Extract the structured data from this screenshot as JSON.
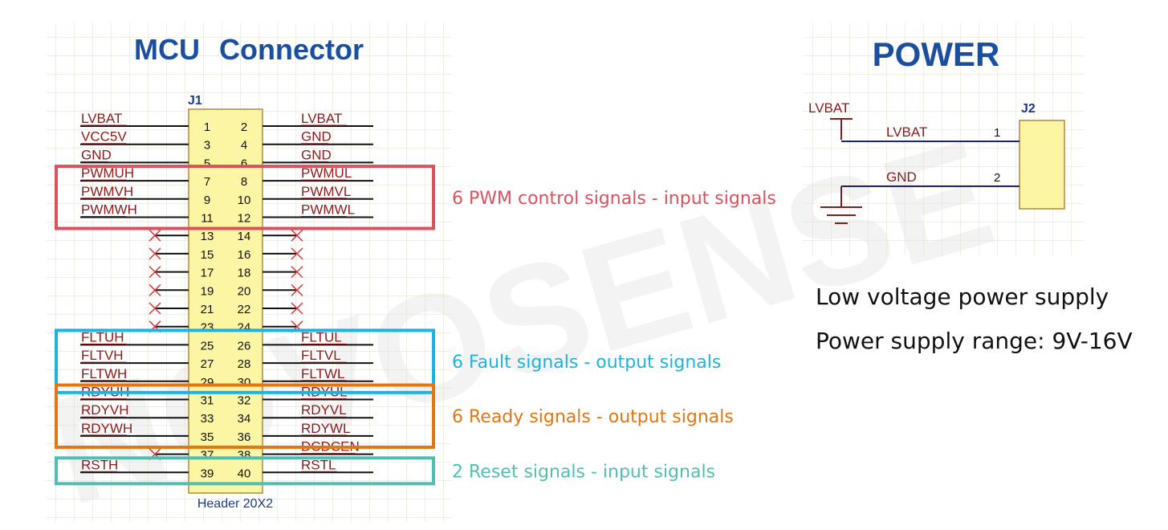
{
  "mcu": {
    "title": "MCU Connector",
    "ref": "J1",
    "part": "Header 20X2",
    "rows": [
      {
        "l": "LVBAT",
        "r": "LVBAT",
        "pl": "1",
        "pr": "2",
        "lc": true,
        "rc": true
      },
      {
        "l": "VCC5V",
        "r": "GND",
        "pl": "3",
        "pr": "4",
        "lc": true,
        "rc": true
      },
      {
        "l": "GND",
        "r": "GND",
        "pl": "5",
        "pr": "6",
        "lc": true,
        "rc": true
      },
      {
        "l": "PWMUH",
        "r": "PWMUL",
        "pl": "7",
        "pr": "8",
        "lc": true,
        "rc": true
      },
      {
        "l": "PWMVH",
        "r": "PWMVL",
        "pl": "9",
        "pr": "10",
        "lc": true,
        "rc": true
      },
      {
        "l": "PWMWH",
        "r": "PWMWL",
        "pl": "11",
        "pr": "12",
        "lc": true,
        "rc": true
      },
      {
        "l": "",
        "r": "",
        "pl": "13",
        "pr": "14",
        "lc": false,
        "rc": false
      },
      {
        "l": "",
        "r": "",
        "pl": "15",
        "pr": "16",
        "lc": false,
        "rc": false
      },
      {
        "l": "",
        "r": "",
        "pl": "17",
        "pr": "18",
        "lc": false,
        "rc": false
      },
      {
        "l": "",
        "r": "",
        "pl": "19",
        "pr": "20",
        "lc": false,
        "rc": false
      },
      {
        "l": "",
        "r": "",
        "pl": "21",
        "pr": "22",
        "lc": false,
        "rc": false
      },
      {
        "l": "",
        "r": "",
        "pl": "23",
        "pr": "24",
        "lc": false,
        "rc": false
      },
      {
        "l": "FLTUH",
        "r": "FLTUL",
        "pl": "25",
        "pr": "26",
        "lc": true,
        "rc": true
      },
      {
        "l": "FLTVH",
        "r": "FLTVL",
        "pl": "27",
        "pr": "28",
        "lc": true,
        "rc": true
      },
      {
        "l": "FLTWH",
        "r": "FLTWL",
        "pl": "29",
        "pr": "30",
        "lc": true,
        "rc": true
      },
      {
        "l": "RDYUH",
        "r": "RDYUL",
        "pl": "31",
        "pr": "32",
        "lc": true,
        "rc": true
      },
      {
        "l": "RDYVH",
        "r": "RDYVL",
        "pl": "33",
        "pr": "34",
        "lc": true,
        "rc": true
      },
      {
        "l": "RDYWH",
        "r": "RDYWL",
        "pl": "35",
        "pr": "36",
        "lc": true,
        "rc": true
      },
      {
        "l": "",
        "r": "DCDCEN",
        "pl": "37",
        "pr": "38",
        "lc": false,
        "rc": true
      },
      {
        "l": "RSTH",
        "r": "RSTL",
        "pl": "39",
        "pr": "40",
        "lc": true,
        "rc": true
      }
    ]
  },
  "groups": [
    {
      "label": "6 PWM control signals - input signals",
      "color": "#d9525e",
      "rows": [
        3,
        5
      ]
    },
    {
      "label": "6 Fault signals - output signals",
      "color": "#1bb4e0",
      "rows": [
        12,
        14
      ]
    },
    {
      "label": "6 Ready signals - output signals",
      "color": "#e07712",
      "rows": [
        15,
        17
      ]
    },
    {
      "label": "2 Reset signals - input signals",
      "color": "#4fbfb3",
      "rows": [
        19,
        19
      ]
    }
  ],
  "power": {
    "title": "POWER",
    "ref": "J2",
    "supply_label": "LVBAT",
    "nets": [
      {
        "name": "LVBAT",
        "pin": "1"
      },
      {
        "name": "GND",
        "pin": "2"
      }
    ]
  },
  "notes": [
    "Low voltage power supply",
    "Power supply range: 9V-16V"
  ],
  "watermark": "NOVOSENSE",
  "colors": {
    "grid": "#e4dccb",
    "body": "#fbf5a4",
    "body_border": "#b08a3e",
    "wire": "#111111",
    "net_text": "#8b1a1a",
    "power_wire": "#1a237e",
    "nc_cross": "#d23a3a"
  }
}
